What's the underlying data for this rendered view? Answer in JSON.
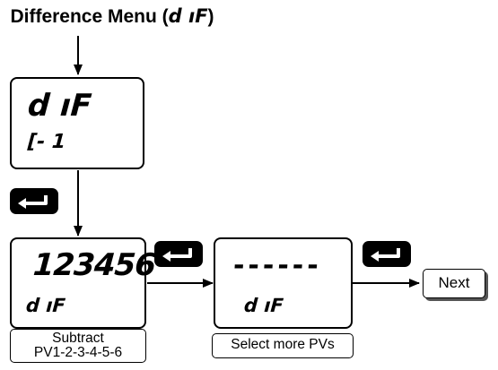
{
  "title": {
    "text": "Difference Menu (",
    "code": "d ıF",
    "close": ")"
  },
  "menu_display": {
    "line1": "d ıF",
    "line2": "[- 1"
  },
  "subtract_display": {
    "line1": "123456",
    "line2": "d ıF",
    "caption_line1": "Subtract",
    "caption_line2": "PV1-2-3-4-5-6"
  },
  "more_display": {
    "line1": "------",
    "line2": "d ıF",
    "caption": "Select more PVs"
  },
  "next_label": "Next",
  "icons": {
    "enter": "enter-key-icon"
  }
}
